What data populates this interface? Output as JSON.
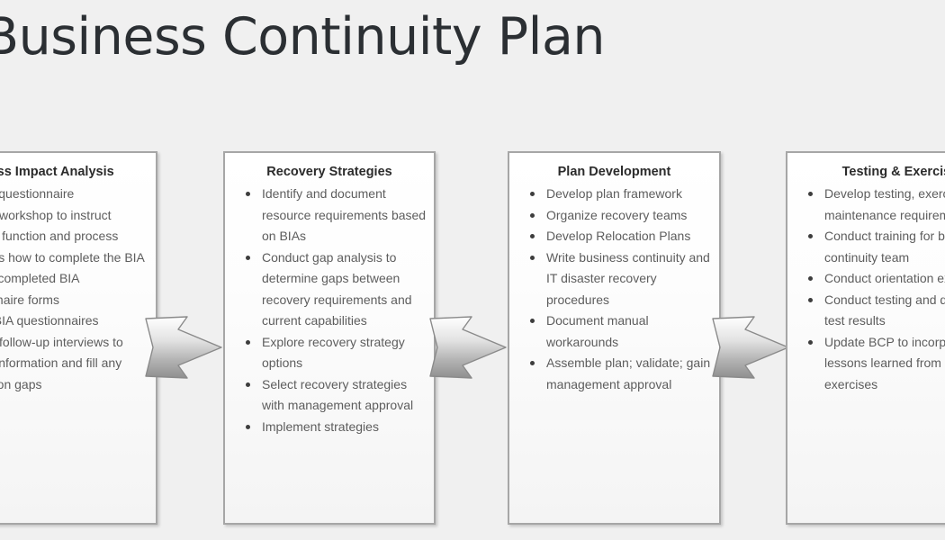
{
  "title": "Business Continuity Plan",
  "diagram": {
    "type": "process-flow",
    "orientation": "left-to-right",
    "steps": [
      {
        "id": "business-impact-analysis",
        "title": "Business Impact Analysis",
        "bullets": [
          "Develop questionnaire",
          "Conduct workshop to instruct business function and process managers how to complete the BIA",
          "Receive completed BIA questionnaire forms",
          "Review BIA questionnaires",
          "Conduct follow-up interviews to validate information and fill any information gaps"
        ]
      },
      {
        "id": "recovery-strategies",
        "title": "Recovery Strategies",
        "bullets": [
          "Identify and document resource requirements based on BIAs",
          "Conduct gap analysis to determine gaps between recovery requirements and current capabilities",
          "Explore recovery strategy options",
          "Select recovery strategies with management approval",
          "Implement strategies"
        ]
      },
      {
        "id": "plan-development",
        "title": "Plan Development",
        "bullets": [
          "Develop plan framework",
          "Organize recovery teams",
          "Develop Relocation Plans",
          "Write business continuity and IT disaster recovery procedures",
          "Document manual workarounds",
          "Assemble plan; validate; gain management approval"
        ]
      },
      {
        "id": "testing-and-exercises",
        "title": "Testing & Exercises",
        "bullets": [
          "Develop testing, exercise and maintenance requirements",
          "Conduct training for business continuity team",
          "Conduct orientation exercises",
          "Conduct testing and document test results",
          "Update BCP to incorporate lessons learned from testing and exercises"
        ]
      }
    ],
    "arrows": [
      {
        "id": "arrow-1",
        "from": "business-impact-analysis",
        "to": "recovery-strategies",
        "glyph": "right-arrow-icon"
      },
      {
        "id": "arrow-2",
        "from": "recovery-strategies",
        "to": "plan-development",
        "glyph": "right-arrow-icon"
      },
      {
        "id": "arrow-3",
        "from": "plan-development",
        "to": "testing-and-exercises",
        "glyph": "right-arrow-icon"
      }
    ]
  },
  "colors": {
    "background": "#f0f0f0",
    "box_border": "#a6a6a6",
    "box_fill": "#fdfdfd",
    "title_text": "#2b2f33",
    "heading_text": "#2b2b2b",
    "body_text": "#5d5d5d",
    "arrow_light": "#fdfdfd",
    "arrow_dark": "#8c8c8c"
  }
}
